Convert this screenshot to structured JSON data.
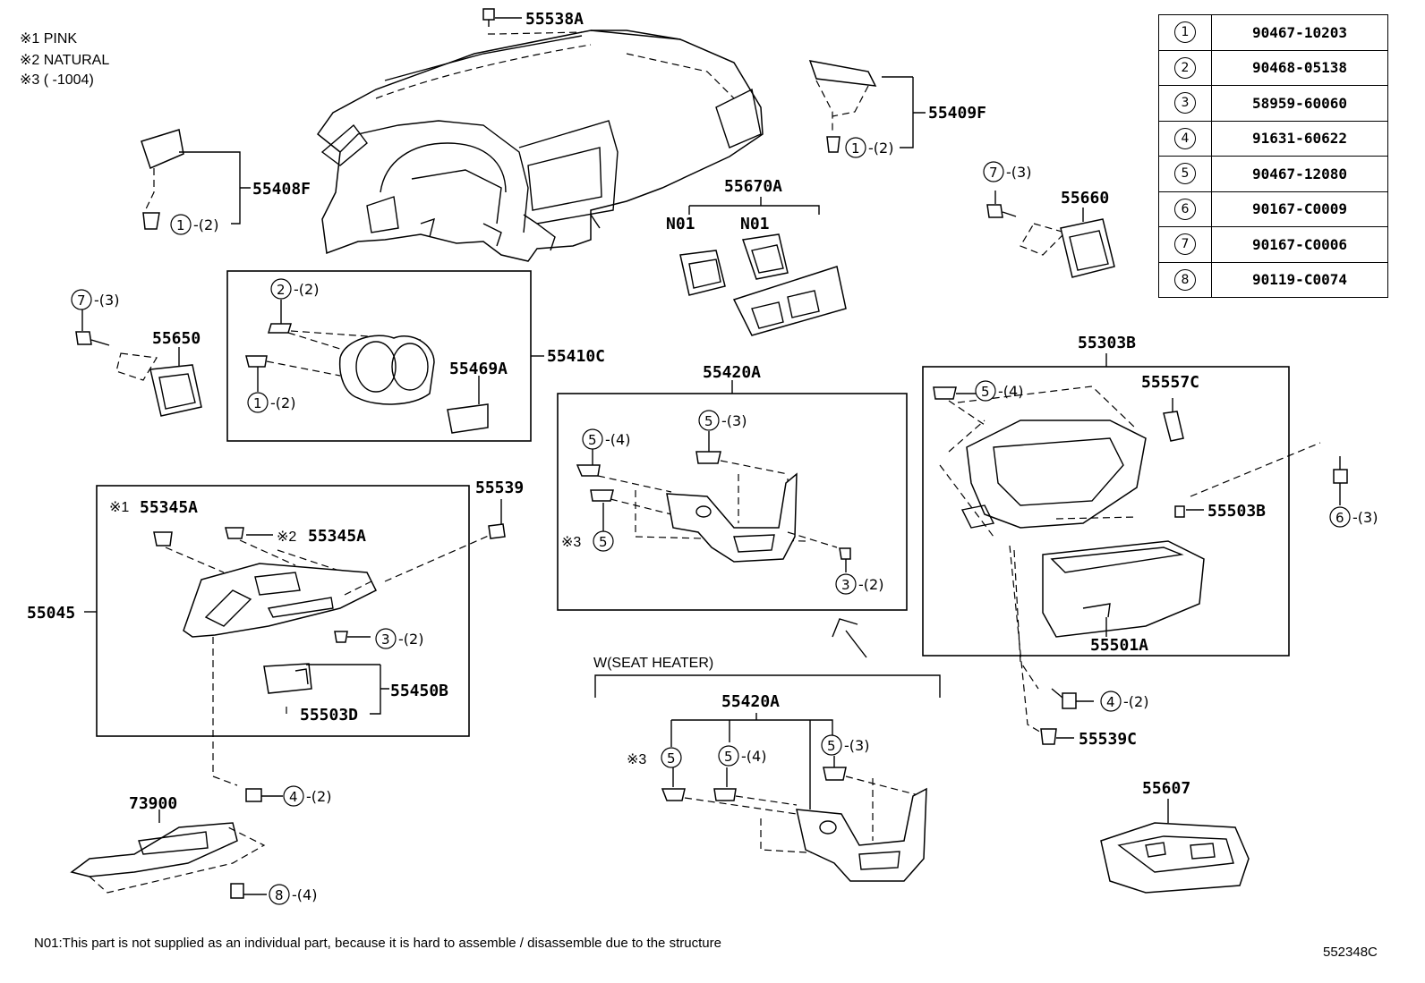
{
  "notes": {
    "n1": "※1 PINK",
    "n2": "※2 NATURAL",
    "n3": "※3 (      -1004)"
  },
  "reference_table": [
    {
      "num": "1",
      "part": "90467-10203"
    },
    {
      "num": "2",
      "part": "90468-05138"
    },
    {
      "num": "3",
      "part": "58959-60060"
    },
    {
      "num": "4",
      "part": "91631-60622"
    },
    {
      "num": "5",
      "part": "90467-12080"
    },
    {
      "num": "6",
      "part": "90167-C0009"
    },
    {
      "num": "7",
      "part": "90167-C0006"
    },
    {
      "num": "8",
      "part": "90119-C0074"
    }
  ],
  "labels": {
    "p55538A": "55538A",
    "p55409F": "55409F",
    "p55408F": "55408F",
    "p55670A": "55670A",
    "n01a": "N01",
    "n01b": "N01",
    "p55660": "55660",
    "p55650": "55650",
    "p55410C": "55410C",
    "p55469A": "55469A",
    "p55420A_top": "55420A",
    "p55303B": "55303B",
    "p55557C": "55557C",
    "p55503B": "55503B",
    "p55501A": "55501A",
    "p55539": "55539",
    "p55345A_1": "55345A",
    "p55345A_2": "55345A",
    "p55045": "55045",
    "p55450B": "55450B",
    "p55503D": "55503D",
    "p73900": "73900",
    "p55420A_bot": "55420A",
    "p55539C": "55539C",
    "p55607": "55607",
    "seat_heater": "W(SEAT HEATER)",
    "mark1": "※1",
    "mark2": "※2",
    "mark3a": "※3",
    "mark3b": "※3"
  },
  "callouts": {
    "c55409F": {
      "num": "1",
      "qty": "-(2)"
    },
    "c55408F": {
      "num": "1",
      "qty": "-(2)"
    },
    "c55660": {
      "num": "7",
      "qty": "-(3)"
    },
    "c55650": {
      "num": "7",
      "qty": "-(3)"
    },
    "c55410C_a": {
      "num": "2",
      "qty": "-(2)"
    },
    "c55410C_b": {
      "num": "1",
      "qty": "-(2)"
    },
    "c55420A_a": {
      "num": "5",
      "qty": "-(4)"
    },
    "c55420A_b": {
      "num": "5",
      "qty": "-(3)"
    },
    "c55420A_c": {
      "num": "5",
      "qty": ""
    },
    "c55420A_d": {
      "num": "3",
      "qty": "-(2)"
    },
    "c55303B_a": {
      "num": "5",
      "qty": "-(4)"
    },
    "c55303B_b": {
      "num": "6",
      "qty": "-(3)"
    },
    "c55303B_c": {
      "num": "4",
      "qty": "-(2)"
    },
    "c55045_a": {
      "num": "3",
      "qty": "-(2)"
    },
    "c55045_b": {
      "num": "4",
      "qty": "-(2)"
    },
    "c73900": {
      "num": "8",
      "qty": "-(4)"
    },
    "cbot_a": {
      "num": "5",
      "qty": ""
    },
    "cbot_b": {
      "num": "5",
      "qty": "-(4)"
    },
    "cbot_c": {
      "num": "5",
      "qty": "-(3)"
    }
  },
  "footer": {
    "note": "N01:This part is not supplied as an individual part, because it is hard to assemble / disassemble due to the structure",
    "diagram_id": "552348C"
  }
}
